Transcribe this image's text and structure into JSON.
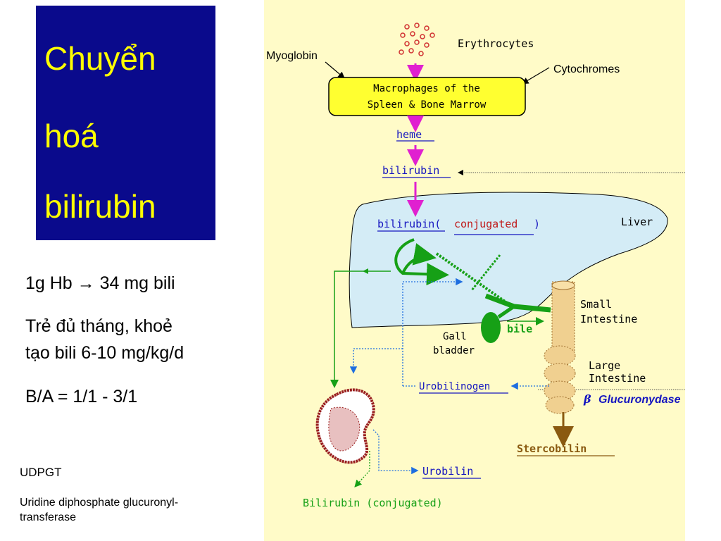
{
  "slide": {
    "title_lines": [
      "Chuyển",
      "hoá",
      "bilirubin"
    ],
    "facts": [
      "1g Hb → 34 mg bili",
      "Trẻ đủ tháng, khoẻ",
      "tạo bili 6-10 mg/kg/d",
      "B/A = 1/1 - 3/1"
    ],
    "abbr": "UDPGT",
    "abbr_full": [
      "Uridine diphosphate glucuronyl-",
      "transferase"
    ]
  },
  "diagram": {
    "erythrocytes": "Erythrocytes",
    "myoglobin": "Myoglobin",
    "cytochromes": "Cytochromes",
    "macrophages": [
      "Macrophages of the",
      "Spleen & Bone Marrow"
    ],
    "heme": "heme",
    "bilirubin": "bilirubin",
    "bilirubin_prefix": "bilirubin(",
    "conjugated": "conjugated",
    "close_paren": ")",
    "liver": "Liver",
    "small_intestine": [
      "Small",
      "Intestine"
    ],
    "gall_bladder": [
      "Gall",
      "bladder"
    ],
    "bile": "bile",
    "large_intestine": [
      "Large",
      "Intestine"
    ],
    "urobilinogen": "Urobilinogen",
    "beta": "β",
    "glucuronydase": "Glucuronydase",
    "stercobilin": "Stercobilin",
    "urobilin": "Urobilin",
    "kidney_bilirubin": "Bilirubin (conjugated)"
  },
  "colors": {
    "title_bg": "#0a0a8c",
    "title_text": "#ffff00",
    "diagram_bg": "#fffbc8",
    "liver": "#d4ecf6",
    "magenta_arrow": "#e020d0",
    "blue_label": "#1515c0",
    "conjugated_red": "#c01a1a",
    "bile_green": "#16a016",
    "stercobilin_brown": "#8a5a10",
    "intestine_tan": "#f0d090",
    "kidney_red": "#9a2020"
  }
}
